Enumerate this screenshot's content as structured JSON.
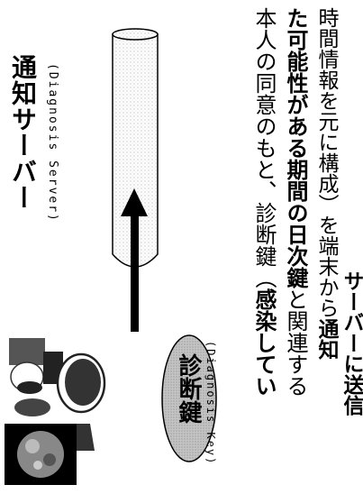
{
  "server": {
    "title": "通知サーバー",
    "subtitle": "(Diagnosis Server)"
  },
  "diagnosis_key": {
    "title": "診断鍵",
    "subtitle": "(Diagnosis Key)"
  },
  "description": {
    "col1": {
      "p1": "本人の同意のもと、診断鍵（",
      "p2": "感染してい"
    },
    "col2": {
      "p1": "た可能性がある期間の日次鍵",
      "p2": "と関連する"
    },
    "col3": {
      "p1": "時間情報を元に構成）を端末から",
      "p2": "通知"
    },
    "col4": {
      "p1": "サーバーに送信"
    }
  },
  "colors": {
    "ellipse_fill": "#b8b8b8",
    "arrow": "#000000"
  }
}
